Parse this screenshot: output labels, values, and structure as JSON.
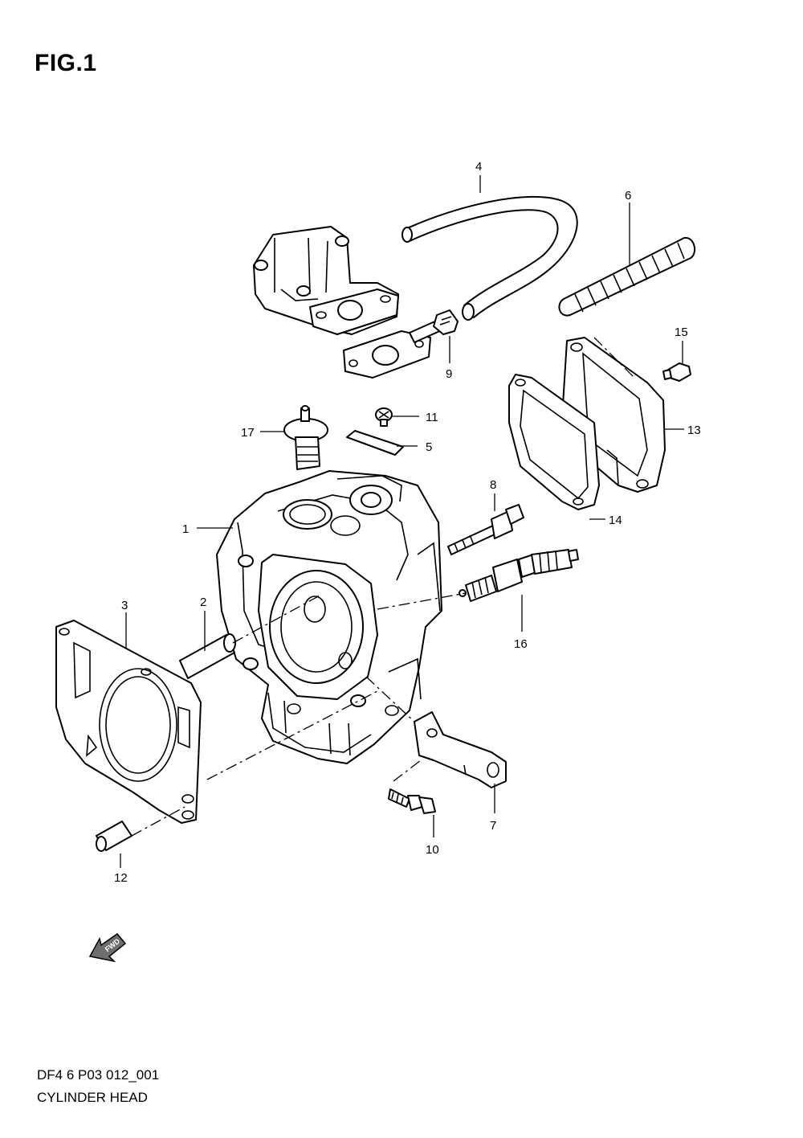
{
  "figure": {
    "title": "FIG.1"
  },
  "footer": {
    "code": "DF4 6 P03 012_001",
    "title": "CYLINDER HEAD"
  },
  "fwd_badge": {
    "text": "FWD",
    "icon": "fwd-arrow-icon"
  },
  "callouts": [
    {
      "id": "1",
      "text": "1"
    },
    {
      "id": "2",
      "text": "2"
    },
    {
      "id": "3",
      "text": "3"
    },
    {
      "id": "4",
      "text": "4"
    },
    {
      "id": "5",
      "text": "5"
    },
    {
      "id": "6",
      "text": "6"
    },
    {
      "id": "7",
      "text": "7"
    },
    {
      "id": "8",
      "text": "8"
    },
    {
      "id": "9",
      "text": "9"
    },
    {
      "id": "10",
      "text": "10"
    },
    {
      "id": "11",
      "text": "11"
    },
    {
      "id": "12",
      "text": "12"
    },
    {
      "id": "13",
      "text": "13"
    },
    {
      "id": "14",
      "text": "14"
    },
    {
      "id": "15",
      "text": "15"
    },
    {
      "id": "16",
      "text": "16"
    },
    {
      "id": "17",
      "text": "17"
    }
  ]
}
